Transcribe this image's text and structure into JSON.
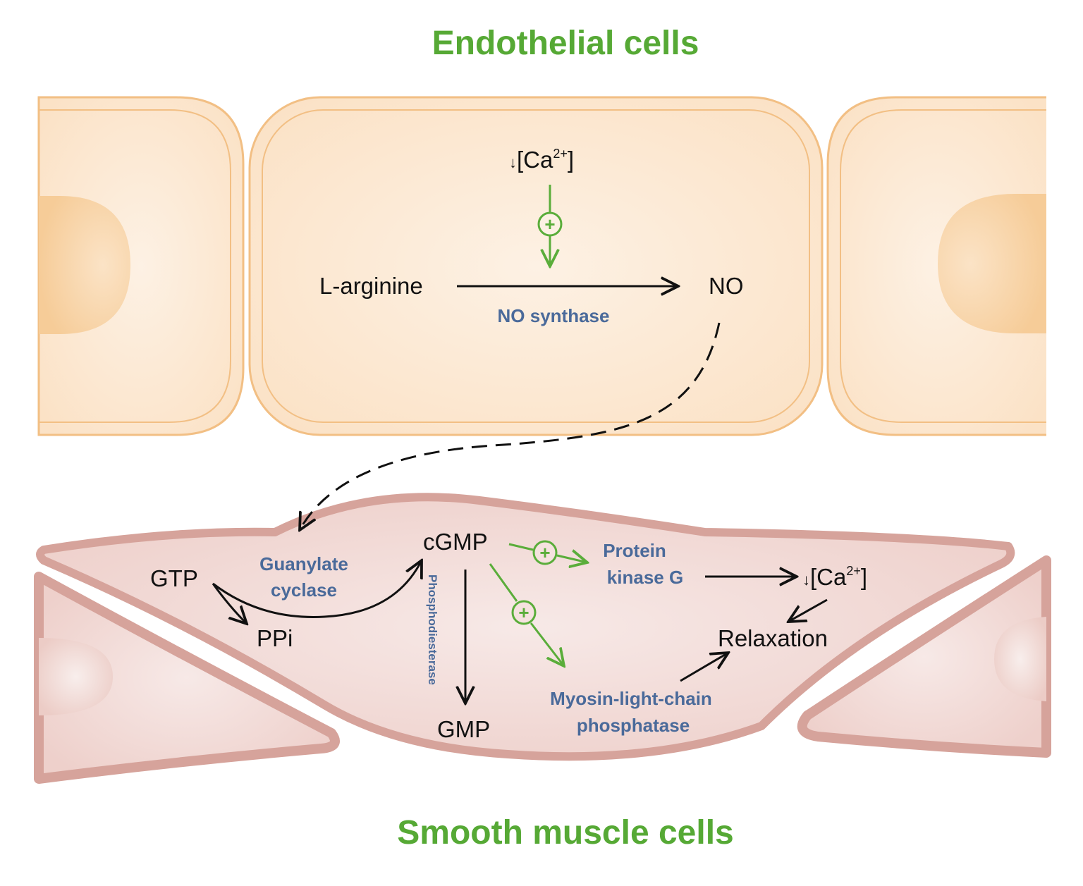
{
  "colors": {
    "title_green": "#56a935",
    "enzyme_blue": "#4a6a9a",
    "endothelial_fill": "#fbe6cd",
    "endothelial_border": "#f2bf84",
    "smooth_fill": "#f2d8d4",
    "smooth_border": "#d6a39b",
    "activation_green": "#5aad3a"
  },
  "titles": {
    "endothelial": "Endothelial cells",
    "smooth_muscle": "Smooth muscle cells"
  },
  "endothelial": {
    "calcium_arrow": "↓",
    "calcium_label": "[Ca",
    "calcium_sup": "2+",
    "calcium_close": "]",
    "substrate": "L-arginine",
    "product": "NO",
    "enzyme": "NO synthase",
    "plus_symbol": "+"
  },
  "smooth": {
    "gtp": "GTP",
    "ppi": "PPi",
    "cgmp": "cGMP",
    "gmp": "GMP",
    "guanylate_line1": "Guanylate",
    "guanylate_line2": "cyclase",
    "phosphodiesterase": "Phosphodiesterase",
    "pkg_line1": "Protein",
    "pkg_line2": "kinase G",
    "calcium_arrow": "↓",
    "calcium_label": "[Ca",
    "calcium_sup": "2+",
    "calcium_close": "]",
    "relaxation": "Relaxation",
    "mlcp_line1": "Myosin-light-chain",
    "mlcp_line2": "phosphatase",
    "plus_symbol": "+"
  }
}
